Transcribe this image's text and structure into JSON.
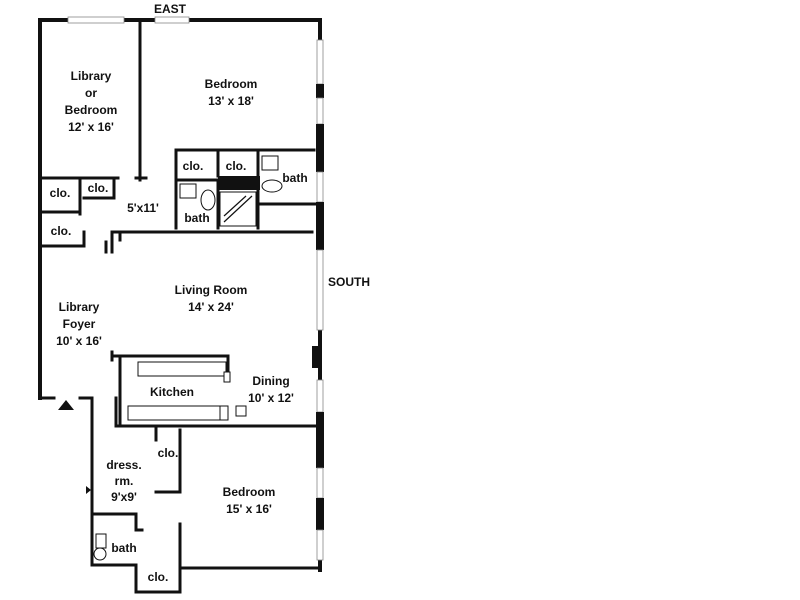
{
  "compass": {
    "top": "EAST",
    "right": "SOUTH"
  },
  "rooms": {
    "library_bedroom": [
      "Library",
      "or",
      "Bedroom",
      "12' x 16'"
    ],
    "bedroom_top": [
      "Bedroom",
      "13' x 18'"
    ],
    "clo_top_left_a": [
      "clo."
    ],
    "clo_top_left_b": [
      "clo."
    ],
    "clo_left_mid": [
      "clo."
    ],
    "hall_dim": [
      "5'x11'"
    ],
    "clo_center_a": [
      "clo."
    ],
    "clo_center_b": [
      "clo."
    ],
    "bath_center": [
      "bath"
    ],
    "bath_right": [
      "bath"
    ],
    "living_room": [
      "Living Room",
      "14' x 24'"
    ],
    "library_foyer": [
      "Library",
      "Foyer",
      "10' x 16'"
    ],
    "kitchen": [
      "Kitchen"
    ],
    "dining": [
      "Dining",
      "10' x 12'"
    ],
    "clo_lower_mid": [
      "clo."
    ],
    "dressing_room": [
      "dress.",
      "rm.",
      "9'x9'"
    ],
    "bedroom_bottom": [
      "Bedroom",
      "15' x 16'"
    ],
    "bath_bottom": [
      "bath"
    ],
    "clo_bottom": [
      "clo."
    ]
  }
}
